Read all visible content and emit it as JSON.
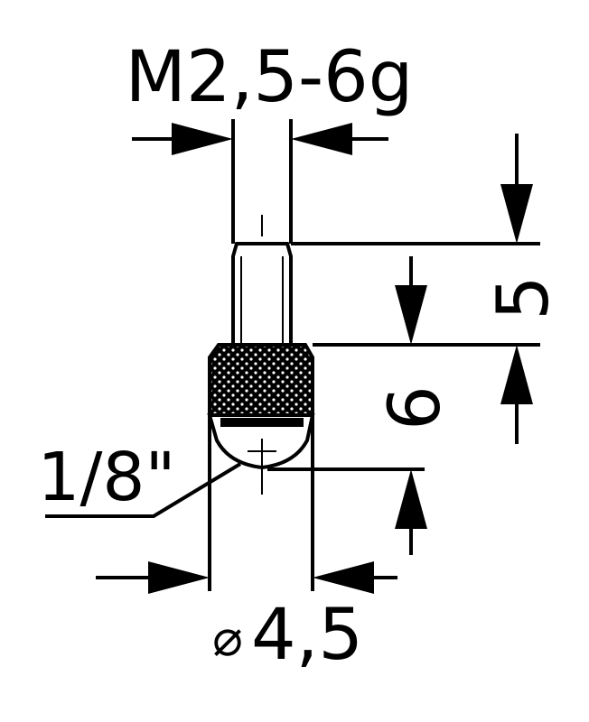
{
  "labels": {
    "thread": "M2,5-6g",
    "length_5": "5",
    "length_6": "6",
    "ball_size": "1/8\"",
    "diameter_symbol": "⌀",
    "diameter_value": "4,5"
  },
  "colors": {
    "ink": "#000000",
    "paper": "#ffffff"
  }
}
